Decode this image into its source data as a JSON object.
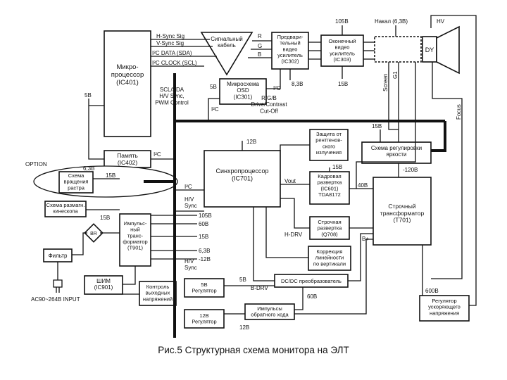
{
  "blocks": {
    "micro": [
      "Микро-",
      "процессор",
      "(IC401)"
    ],
    "signal_cable": [
      "Сигнальный",
      "кабель"
    ],
    "preamp": [
      "Предвари-",
      "тельный",
      "видео",
      "усилитель",
      "(IC302)"
    ],
    "output_amp": [
      "Оконечный",
      "видео",
      "усилитель",
      "(IC303)"
    ],
    "osd": [
      "Микросхема",
      "OSD",
      "(IC301)"
    ],
    "memory": [
      "Память",
      "(IC402)"
    ],
    "rotation": [
      "Схема",
      "вращения",
      "растра"
    ],
    "sync_proc": [
      "Синхропроцессор",
      "(IC701)"
    ],
    "xray": [
      "Защита от",
      "рентгенов-",
      "ского",
      "излучения"
    ],
    "brightness": [
      "Схема регулировки",
      "яркости"
    ],
    "vertical": [
      "Кадровая",
      "развертка",
      "(IC601)",
      "TDA8172"
    ],
    "horizontal": [
      "Строчная",
      "развертка",
      "(Q708)"
    ],
    "linearity": [
      "Коррекция",
      "линейности",
      "по вертикали"
    ],
    "flyback": [
      "Строчный",
      "трансформатор",
      "(T701)"
    ],
    "degauss": [
      "Схема размагн.",
      "кинескопа"
    ],
    "pulse_tr": [
      "Импульс-",
      "ный",
      "транс-",
      "форматор",
      "(T901)"
    ],
    "filter": [
      "Фильтр"
    ],
    "pwm": [
      "ШИМ",
      "(IC901)"
    ],
    "out_ctrl": [
      "Контроль",
      "выходных",
      "напряжений"
    ],
    "reg5": [
      "5В",
      "Регулятор"
    ],
    "reg12": [
      "12В",
      "Регулятор"
    ],
    "dcdc": [
      "DC/DC преобразователь"
    ],
    "retrace": [
      "Импульсы",
      "обратного хода"
    ],
    "hv_reg": [
      "Регулятор",
      "ускоряющего",
      "напряжения"
    ],
    "dy": [
      "DY"
    ]
  },
  "labels": {
    "hsync": "H-Sync Sig",
    "vsync": "V-Sync Sig",
    "i2c_data": "I²C DATA (SDA)",
    "i2c_clock": "I²C CLOCK (SCL)",
    "micro_bus": [
      "SCL/SDA",
      "H/V Sync,",
      "PWM Control"
    ],
    "r": "R",
    "g": "G",
    "b": "B",
    "v105": "105В",
    "heater": "Накал (6,3В)",
    "hv": "HV",
    "screen": "Screen",
    "g1": "G1",
    "focus": "Focus",
    "v83": "8,3В",
    "v15_amp": "15В",
    "v5_osd": "5В",
    "i2c_osd": "I²C",
    "i2c_osd2": "I²C",
    "rgb_drive": [
      "R/G/B",
      "Drive/Contrast",
      "Cut-Off"
    ],
    "v5_left": "5В",
    "i2c_mem": "I²C",
    "option": "OPTION",
    "v63_rot": "6,3В",
    "v15_rot": "15В",
    "v12_sync": "12В",
    "i2c_sync": "I²C",
    "hv_sync": [
      "H/V",
      "Sync"
    ],
    "vout": "Vout",
    "v15_vert": "15В",
    "v15_bright": "15В",
    "v40": "40В",
    "v_neg120": "-120В",
    "hdrv": "H-DRV",
    "bplus": "B+",
    "v15_deg": "15В",
    "rail_105": "105В",
    "rail_60": "60В",
    "rail_15": "15В",
    "rail_63": "6,3В",
    "rail_neg12": "-12В",
    "hv_left": [
      "H/V",
      "Sync"
    ],
    "v5_reg": "5В",
    "bdrv": "B-DRV",
    "v60_dc": "60В",
    "v12_reg": "12В",
    "v600": "600В",
    "bridge": "BR",
    "ac_input": "AC90~264В INPUT"
  },
  "caption": "Рис.5 Структурная схема монитора на ЭЛТ"
}
